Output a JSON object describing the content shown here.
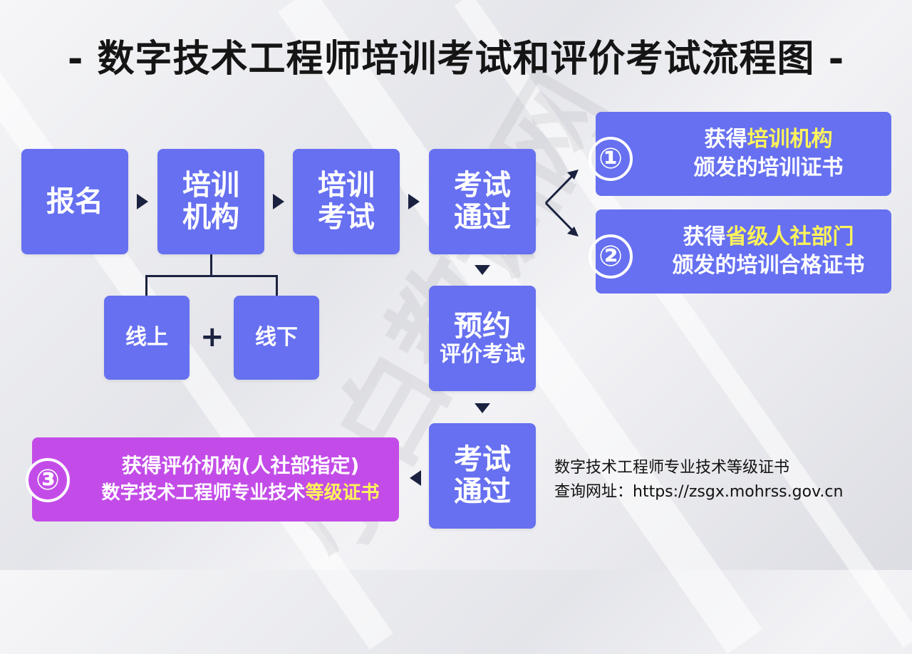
{
  "title": "- 数字技术工程师培训考试和评价考试流程图 -",
  "steps": {
    "register": "报名",
    "institution": [
      "培训",
      "机构"
    ],
    "online": "线上",
    "plus": "+",
    "offline": "线下",
    "training_exam": [
      "培训",
      "考试"
    ],
    "pass1": [
      "考试",
      "通过"
    ],
    "appointment": [
      "预约",
      "评价考试"
    ],
    "pass2": [
      "考试",
      "通过"
    ]
  },
  "results": [
    {
      "number": "①",
      "line1_a": "获得",
      "line1_hl": "培训机构",
      "line2_a": "颁发的培训证书"
    },
    {
      "number": "②",
      "line1_a": "获得",
      "line1_hl": "省级人社部门",
      "line2_a": "颁发的培训合格证书"
    },
    {
      "number": "③",
      "line1_a": "获得评价机构(人社部指定)",
      "line2_a": "数字技术工程师专业技术",
      "line2_hl": "等级证书"
    }
  ],
  "info": {
    "line1": "数字技术工程师专业技术等级证书",
    "line2": "查询网址：https://zsgx.mohrss.gov.cn"
  },
  "watermark": "小白教训网",
  "colors": {
    "box": "#6670f0",
    "result3": "#c34ce8",
    "highlight": "#fff45a",
    "arrow": "#1b2240"
  }
}
